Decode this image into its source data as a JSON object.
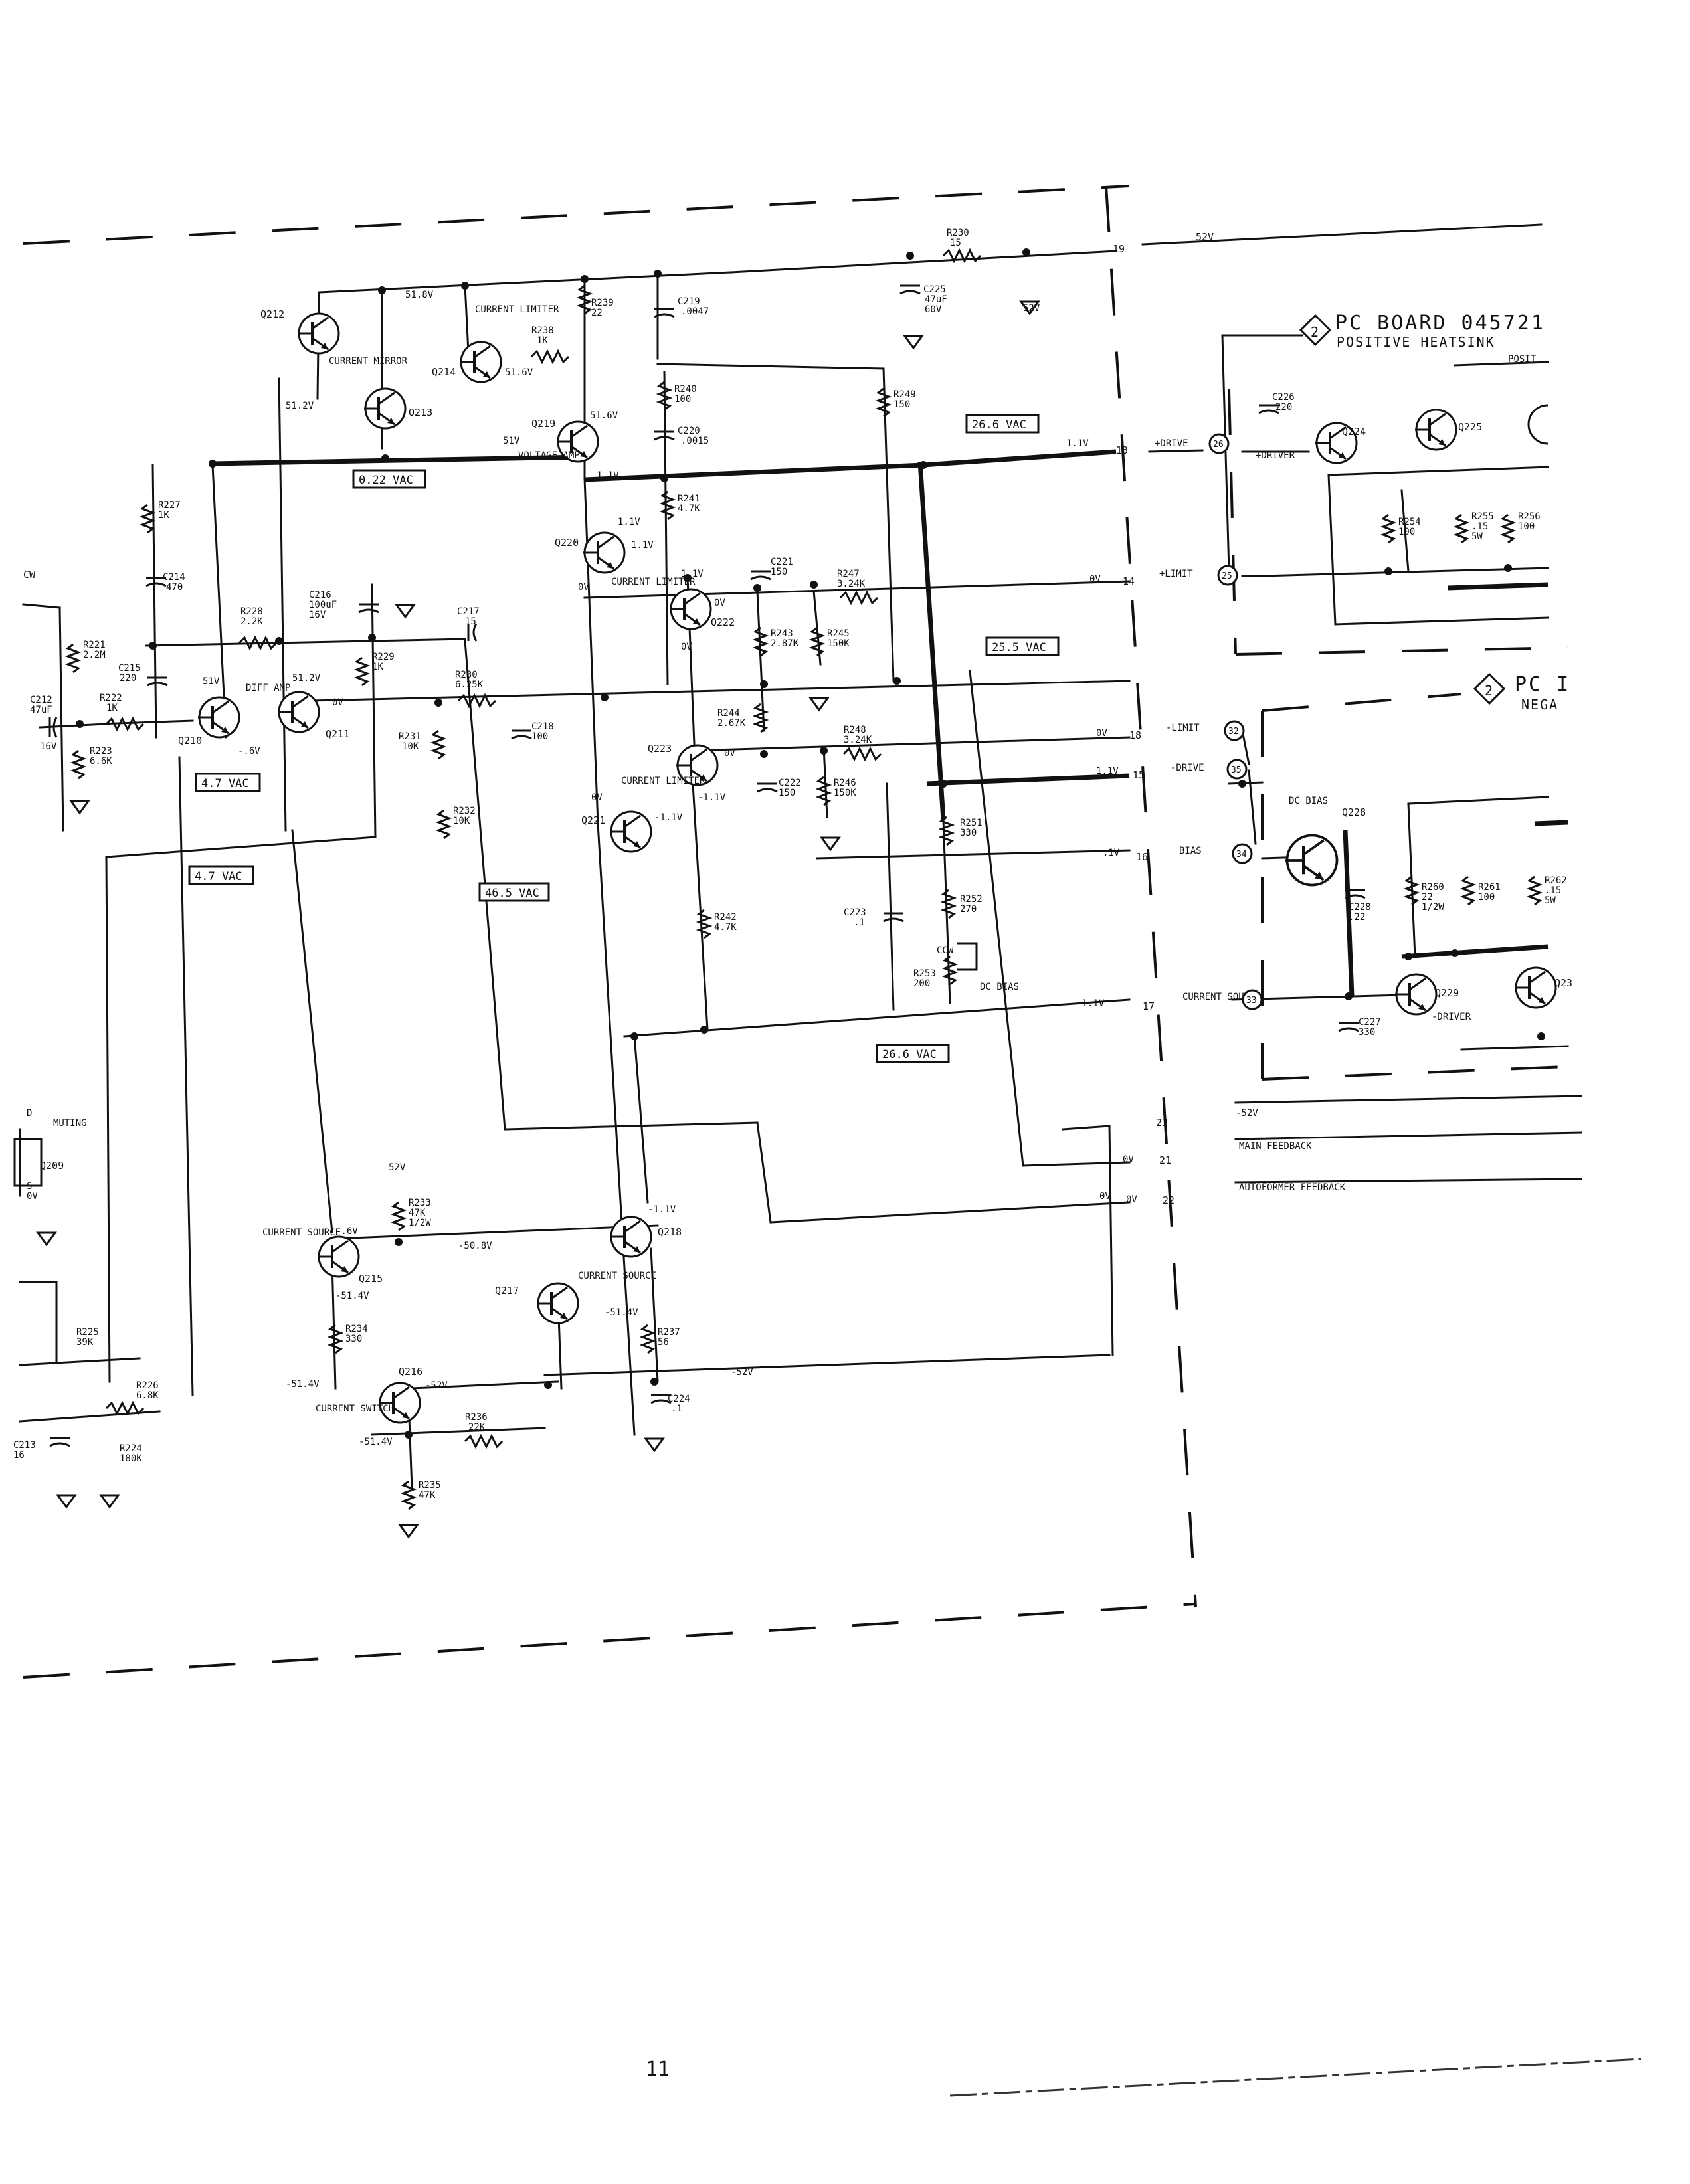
{
  "page": {
    "number": "11"
  },
  "boards": {
    "positive": {
      "badge": "2",
      "title": "PC BOARD 045721",
      "subtitle": "POSITIVE HEATSINK",
      "corner": "POSIT"
    },
    "negative": {
      "badge": "2",
      "title": "PC I",
      "subtitle": "NEGA"
    }
  },
  "ac_callouts": {
    "a": "0.22 VAC",
    "b": "4.7 VAC",
    "c": "4.7 VAC",
    "d": "46.5 VAC",
    "e": "26.6 VAC",
    "f": "25.5 VAC",
    "g": "26.6 VAC"
  },
  "connectors": {
    "c19": {
      "pin": "19",
      "volt": "52V"
    },
    "c13": {
      "pin": "13",
      "volt": "1.1V",
      "sig": "+DRIVE",
      "node": "26"
    },
    "c14": {
      "pin": "14",
      "volt": "0V",
      "sig": "+LIMIT",
      "node": "25"
    },
    "c18": {
      "pin": "18",
      "volt": "0V",
      "sig": "-LIMIT",
      "node": "32"
    },
    "c15": {
      "pin": "15",
      "volt": "1.1V",
      "sig": "-DRIVE",
      "node": "35"
    },
    "c16": {
      "pin": "16",
      "volt": ".1V",
      "sig": "BIAS",
      "node": "34"
    },
    "c17": {
      "pin": "17",
      "volt": "-1.1V",
      "sig": "CURRENT SOURCE",
      "node": "33"
    },
    "c23": {
      "pin": "23",
      "sig": "-52V"
    },
    "c21": {
      "pin": "21",
      "volt": "0V",
      "sig": "MAIN FEEDBACK"
    },
    "c22": {
      "pin": "22",
      "volt": "0V",
      "sig": "AUTOFORMER FEEDBACK"
    }
  },
  "transistors": {
    "q212": {
      "ref": "Q212"
    },
    "q213": {
      "ref": "Q213",
      "label": "CURRENT MIRROR"
    },
    "q214": {
      "ref": "Q214",
      "label": "CURRENT LIMITER"
    },
    "q219": {
      "ref": "Q219",
      "label": "VOLTAGE AMP"
    },
    "q220": {
      "ref": "Q220"
    },
    "q222": {
      "ref": "Q222",
      "label": "CURRENT LIMITER"
    },
    "q223": {
      "ref": "Q223"
    },
    "q221": {
      "ref": "Q221",
      "label": "CURRENT LIMITER"
    },
    "q210": {
      "ref": "Q210"
    },
    "q211": {
      "ref": "Q211",
      "label": "DIFF AMP"
    },
    "q215": {
      "ref": "Q215",
      "label": "CURRENT SOURCE"
    },
    "q217": {
      "ref": "Q217",
      "label": "CURRENT SOURCE"
    },
    "q218": {
      "ref": "Q218"
    },
    "q216": {
      "ref": "Q216",
      "label": "CURRENT SWITCH"
    },
    "q209": {
      "ref": "Q209",
      "label": "MUTING"
    },
    "q224": {
      "ref": "Q224",
      "label": "+DRIVER"
    },
    "q225": {
      "ref": "Q225"
    },
    "q228": {
      "ref": "Q228",
      "label": "DC BIAS"
    },
    "q229": {
      "ref": "Q229",
      "label": "-DRIVER"
    },
    "q23x": {
      "ref": "Q23"
    }
  },
  "resistors": {
    "r230a": {
      "ref": "R230",
      "val": "15"
    },
    "r239": {
      "ref": "R239",
      "val": "22"
    },
    "r238": {
      "ref": "R238",
      "val": "1K"
    },
    "r240": {
      "ref": "R240",
      "val": "100"
    },
    "r249": {
      "ref": "R249",
      "val": "150"
    },
    "r241": {
      "ref": "R241",
      "val": "4.7K"
    },
    "r247": {
      "ref": "R247",
      "val": "3.24K"
    },
    "r243": {
      "ref": "R243",
      "val": "2.87K"
    },
    "r245": {
      "ref": "R245",
      "val": "150K"
    },
    "r244": {
      "ref": "R244",
      "val": "2.67K"
    },
    "r248": {
      "ref": "R248",
      "val": "3.24K"
    },
    "r246": {
      "ref": "R246",
      "val": "150K"
    },
    "r242": {
      "ref": "R242",
      "val": "4.7K"
    },
    "r251": {
      "ref": "R251",
      "val": "330"
    },
    "r252": {
      "ref": "R252",
      "val": "270"
    },
    "r253": {
      "ref": "R253",
      "val": "200",
      "label": "DC BIAS",
      "tag": "CCW"
    },
    "r227": {
      "ref": "R227",
      "val": "1K"
    },
    "r228": {
      "ref": "R228",
      "val": "2.2K"
    },
    "r229": {
      "ref": "R229",
      "val": "1K"
    },
    "r230b": {
      "ref": "R230",
      "val": "6.25K"
    },
    "r231": {
      "ref": "R231",
      "val": "10K"
    },
    "r232": {
      "ref": "R232",
      "val": "10K"
    },
    "r221": {
      "ref": "R221",
      "val": "2.2M"
    },
    "r222": {
      "ref": "R222",
      "val": "1K"
    },
    "r223": {
      "ref": "R223",
      "val": "6.6K"
    },
    "r233": {
      "ref": "R233",
      "val": "47K",
      "val2": "1/2W"
    },
    "r234": {
      "ref": "R234",
      "val": "330"
    },
    "r237": {
      "ref": "R237",
      "val": "56"
    },
    "r236": {
      "ref": "R236",
      "val": "22K"
    },
    "r235": {
      "ref": "R235",
      "val": "47K"
    },
    "r225": {
      "ref": "R225",
      "val": "39K"
    },
    "r226": {
      "ref": "R226",
      "val": "6.8K"
    },
    "r224": {
      "ref": "R224",
      "val": "180K"
    },
    "r254a": {
      "ref": "R254",
      "val": "100"
    },
    "r255": {
      "ref": "R255",
      "val": ".15",
      "val2": "5W"
    },
    "r256": {
      "ref": "R256",
      "val": "100"
    },
    "r260": {
      "ref": "R260",
      "val": "22",
      "val2": "1/2W"
    },
    "r261": {
      "ref": "R261",
      "val": "100"
    },
    "r262": {
      "ref": "R262",
      "val": ".15",
      "val2": "5W"
    }
  },
  "capacitors": {
    "c225": {
      "ref": "C225",
      "val": "47uF",
      "val2": "60V"
    },
    "c219": {
      "ref": "C219",
      "val": ".0047"
    },
    "c220": {
      "ref": "C220",
      "val": ".0015"
    },
    "c221": {
      "ref": "C221",
      "val": "150"
    },
    "c222": {
      "ref": "C222",
      "val": "150"
    },
    "c223": {
      "ref": "C223",
      "val": ".1"
    },
    "c214": {
      "ref": "C214",
      "val": "470"
    },
    "c215": {
      "ref": "C215",
      "val": "220"
    },
    "c216": {
      "ref": "C216",
      "val": "100uF",
      "val2": "16V"
    },
    "c217": {
      "ref": "C217",
      "val": "15"
    },
    "c218": {
      "ref": "C218",
      "val": "100"
    },
    "c212": {
      "ref": "C212",
      "val": "47uF",
      "val2": "16V"
    },
    "c224": {
      "ref": "C224",
      "val": ".1"
    },
    "c226": {
      "ref": "C226",
      "val": "220"
    },
    "c227": {
      "ref": "C227",
      "val": "330"
    },
    "c228": {
      "ref": "C228",
      "val": ".22"
    },
    "c213": {
      "ref": "C213",
      "val": "16"
    }
  },
  "voltages": {
    "v518": "51.8V",
    "v512": "51.2V",
    "v516a": "51.6V",
    "v51v": "51V",
    "v516b": "51.6V",
    "v11a": "1.1V",
    "v11b": "1.1V",
    "v11c": "1.1V",
    "v0va": "0V",
    "v11d": "1.1V",
    "v0vb": "0V",
    "v0vc": "0V",
    "v0vd": "0V",
    "v0ve": "0V",
    "vm11a": "-1.1V",
    "vm11b": "-1.1V",
    "v51": "51V",
    "vm6": "-.6V",
    "v512b": "51.2V",
    "v0vf": "0V",
    "v52a": "52V",
    "v52b": "52V",
    "vm6b": "-.6V",
    "vm508": "-50.8V",
    "vm514a": "-51.4V",
    "vm11c": "-1.1V",
    "vm514b": "-51.4V",
    "vm514c": "-51.4V",
    "vm52a": "-52V",
    "vm514d": "-51.4V",
    "vm52b": "-52V",
    "v0vg": "0V",
    "cwl": "CW",
    "q209d": "D",
    "q209s": "S",
    "q209v": "0V"
  }
}
